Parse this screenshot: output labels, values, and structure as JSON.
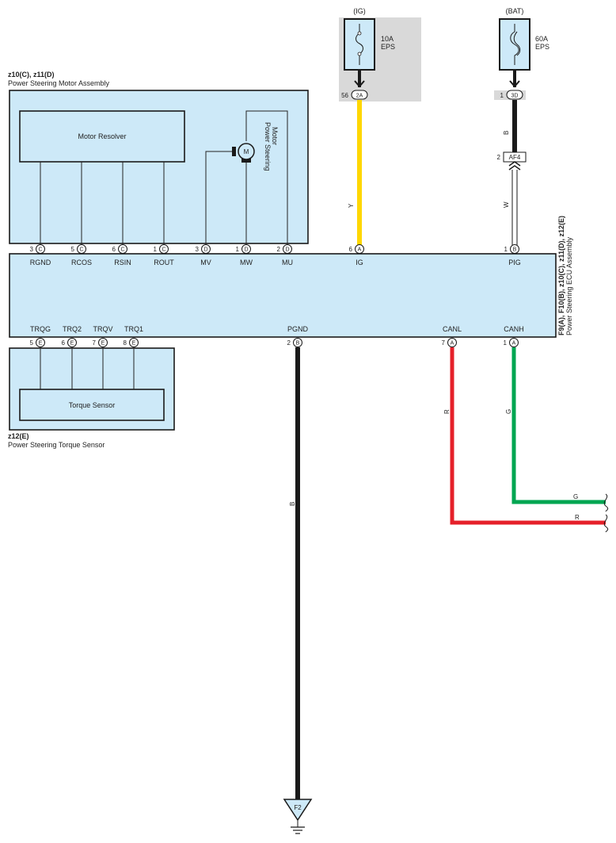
{
  "sources": {
    "ig": {
      "name": "(IG)",
      "fuse_rating": "10A",
      "fuse_name": "EPS",
      "conn_num": "56",
      "conn_code": "2A"
    },
    "bat": {
      "name": "(BAT)",
      "fuse_rating": "60A",
      "fuse_name": "EPS",
      "conn_num": "1",
      "conn_code": "3D",
      "inline_num": "2",
      "inline_code": "AF4"
    }
  },
  "motor_assembly": {
    "code": "z10(C), z11(D)",
    "name": "Power Steering Motor Assembly",
    "resolver": "Motor Resolver",
    "motor_symbol": "M",
    "motor_label_1": "Power Steering",
    "motor_label_2": "Motor"
  },
  "ecu": {
    "code": "F9(A), F10(B), z10(C), z11(D), z12(E)",
    "name": "Power Steering ECU Assembly"
  },
  "ecu_top_pins": [
    {
      "num": "3",
      "conn": "C",
      "label": "RGND"
    },
    {
      "num": "5",
      "conn": "C",
      "label": "RCOS"
    },
    {
      "num": "6",
      "conn": "C",
      "label": "RSIN"
    },
    {
      "num": "1",
      "conn": "C",
      "label": "ROUT"
    },
    {
      "num": "3",
      "conn": "D",
      "label": "MV"
    },
    {
      "num": "1",
      "conn": "D",
      "label": "MW"
    },
    {
      "num": "2",
      "conn": "D",
      "label": "MU"
    },
    {
      "num": "6",
      "conn": "A",
      "label": "IG"
    },
    {
      "num": "1",
      "conn": "B",
      "label": "PIG"
    }
  ],
  "ecu_bottom_pins": [
    {
      "num": "5",
      "conn": "E",
      "label": "TRQG"
    },
    {
      "num": "6",
      "conn": "E",
      "label": "TRQ2"
    },
    {
      "num": "7",
      "conn": "E",
      "label": "TRQV"
    },
    {
      "num": "8",
      "conn": "E",
      "label": "TRQ1"
    },
    {
      "num": "2",
      "conn": "B",
      "label": "PGND"
    },
    {
      "num": "7",
      "conn": "A",
      "label": "CANL"
    },
    {
      "num": "1",
      "conn": "A",
      "label": "CANH"
    }
  ],
  "torque_sensor": {
    "code": "z12(E)",
    "name": "Power Steering Torque Sensor",
    "inner": "Torque Sensor"
  },
  "wire_colors": {
    "ig": "Y",
    "bat": "B",
    "pig": "W",
    "pgnd": "B",
    "canl": "R",
    "canh": "G"
  },
  "ground": {
    "code": "F2"
  },
  "colors": {
    "component_fill": "#cde9f8",
    "yellow": "#ffd700",
    "red": "#e5202a",
    "green": "#00a651",
    "black": "#1a1a1a",
    "fuse_box": "#d9d9d9"
  }
}
